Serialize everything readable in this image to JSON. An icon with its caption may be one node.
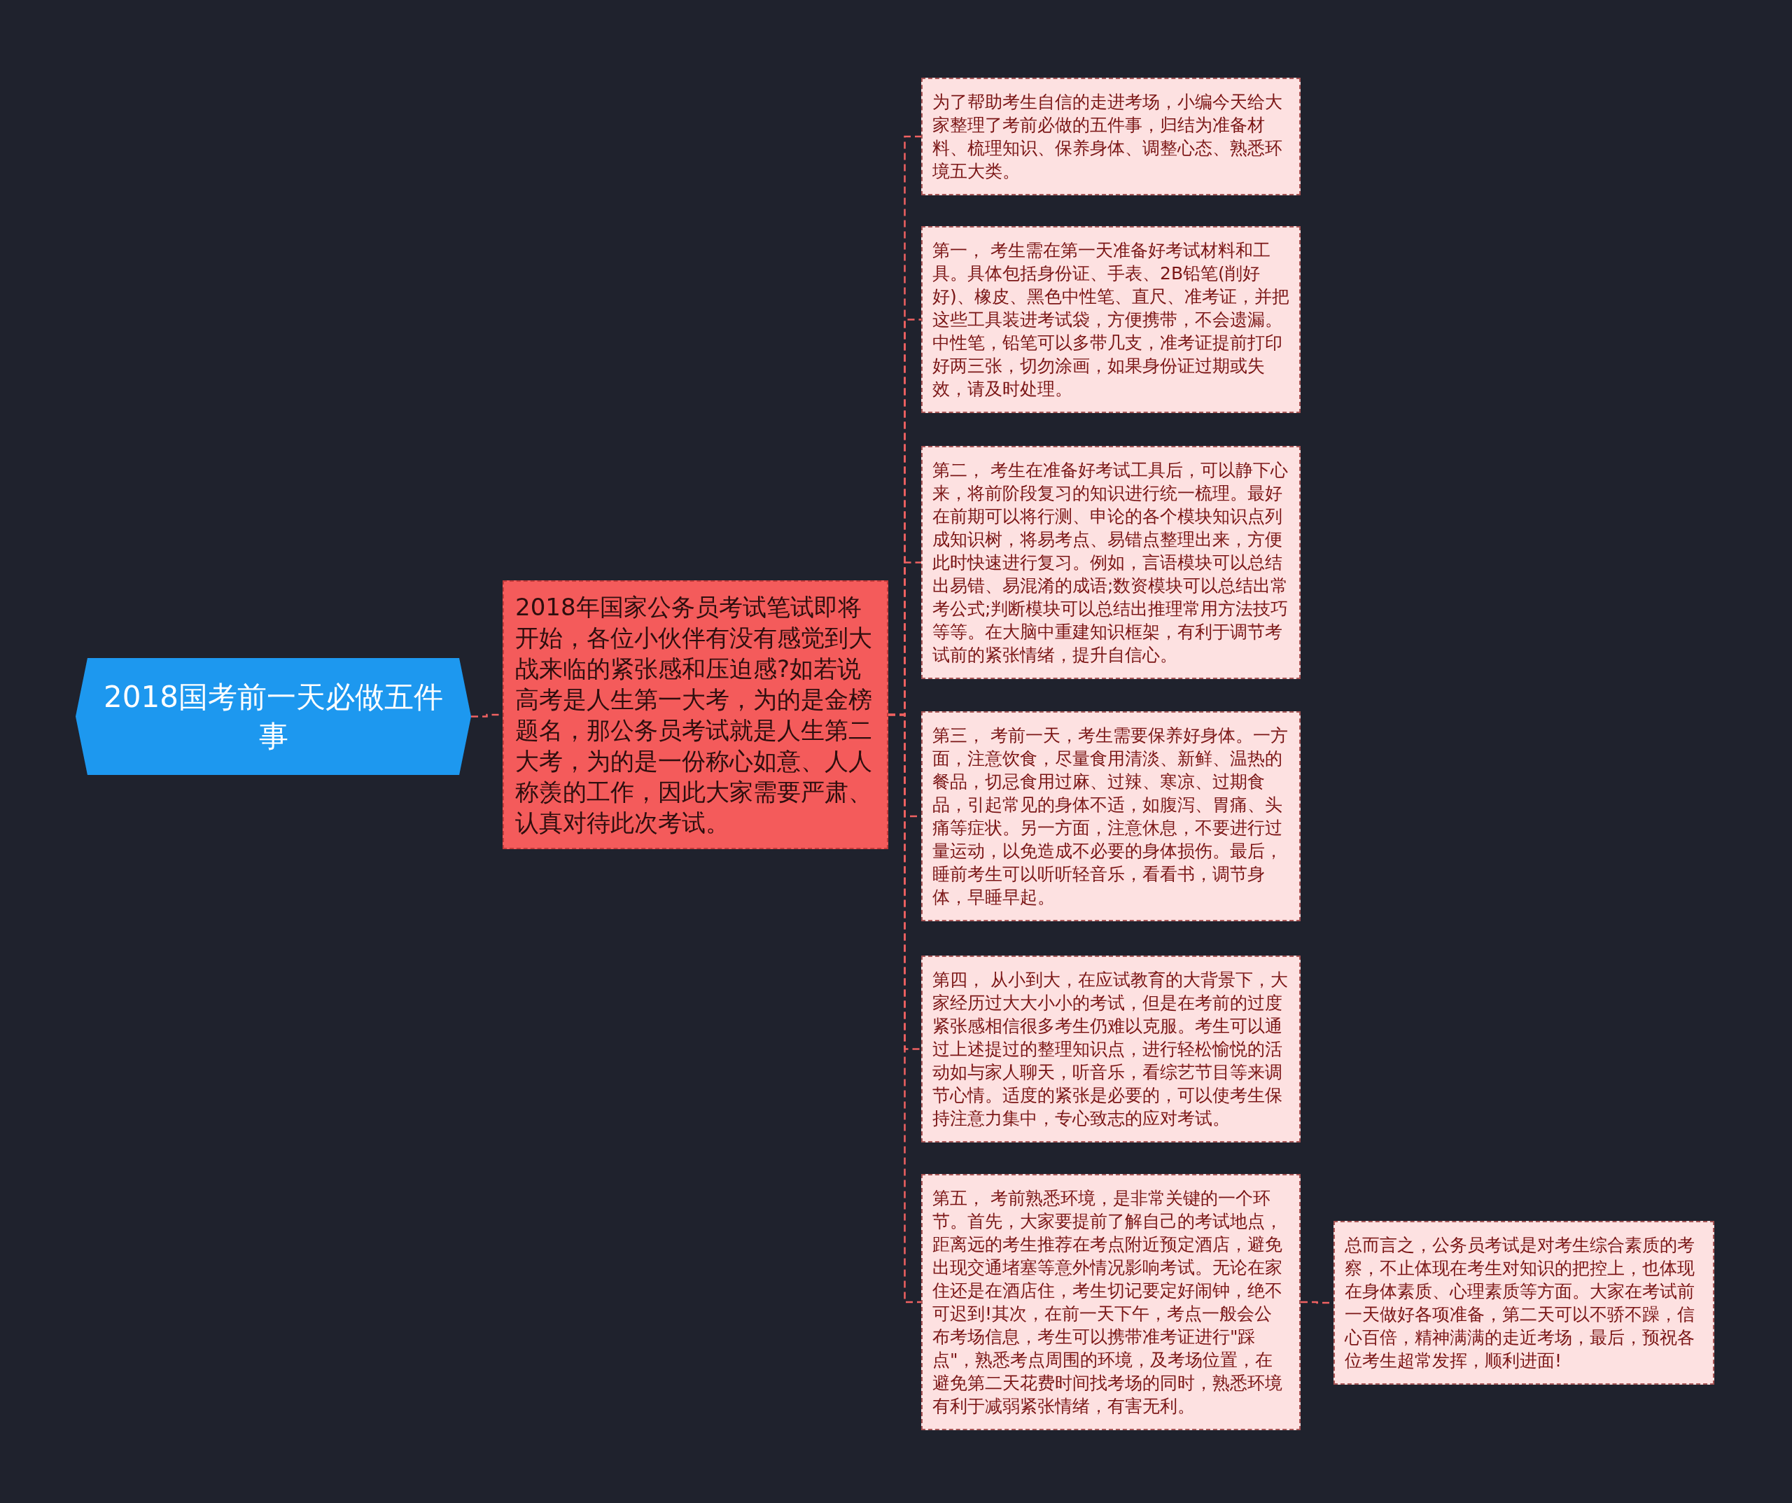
{
  "diagram": {
    "nodes": [
      {
        "text": [
          "2018国考前一天必做五件事"
        ]
      },
      {
        "text": [
          "2018年国家公务员考试笔试即将开始，各位小伙伴有没有感觉到大战来临的紧张感和压迫感?如若说高考是人生第一大考，为的是金榜题名，那公务员考试就是人生第二大考，为的是一份称心如意、人人称羡的工作，因此大家需要严肃、认真对待此次考试。"
        ]
      },
      {
        "text": [
          "为了帮助考生自信的走进考场，小编今天给大家整理了考前必做的五件事，归结为准备材料、梳理知识、保养身体、调整心态、熟悉环境五大类。"
        ]
      },
      {
        "text": [
          "第一， 考生需在第一天准备好考试材料和工具。具体包括身份证、手表、2B铅笔(削好好)、橡皮、黑色中性笔、直尺、准考证，并把这些工具装进考试袋，方便携带，不会遗漏。中性笔，铅笔可以多带几支，准考证提前打印好两三张，切勿涂画，如果身份证过期或失效，请及时处理。"
        ]
      },
      {
        "text": [
          "第二， 考生在准备好考试工具后，可以静下心来，将前阶段复习的知识进行统一梳理。最好在前期可以将行测、申论的各个模块知识点列成知识树，将易考点、易错点整理出来，方便此时快速进行复习。例如，言语模块可以总结出易错、易混淆的成语;数资模块可以总结出常考公式;判断模块可以总结出推理常用方法技巧等等。在大脑中重建知识框架，有利于调节考试前的紧张情绪，提升自信心。"
        ]
      },
      {
        "text": [
          "第三， 考前一天，考生需要保养好身体。一方面，注意饮食，尽量食用清淡、新鲜、温热的餐品，切忌食用过麻、过辣、寒凉、过期食品，引起常见的身体不适，如腹泻、胃痛、头痛等症状。另一方面，注意休息，不要进行过量运动，以免造成不必要的身体损伤。最后，睡前考生可以听听轻音乐，看看书，调节身体，早睡早起。"
        ]
      },
      {
        "text": [
          "第四， 从小到大，在应试教育的大背景下，大家经历过大大小小的考试，但是在考前的过度紧张感相信很多考生仍难以克服。考生可以通过上述提过的整理知识点，进行轻松愉悦的活动如与家人聊天，听音乐，看综艺节目等来调节心情。适度的紧张是必要的，可以使考生保持注意力集中，专心致志的应对考试。"
        ]
      },
      {
        "text": [
          "第五， 考前熟悉环境，是非常关键的一个环节。首先，大家要提前了解自己的考试地点，距离远的考生推荐在考点附近预定酒店，避免出现交通堵塞等意外情况影响考试。无论在家住还是在酒店住，考生切记要定好闹钟，绝不可迟到!其次，在前一天下午，考点一般会公布考场信息，考生可以携带准考证进行\"踩点\"，熟悉考点周围的环境，及考场位置，在避免第二天花费时间找考场的同时，熟悉环境有利于减弱紧张情绪，有害无利。"
        ]
      },
      {
        "text": [
          "总而言之，公务员考试是对考生综合素质的考察，不止体现在考生对知识的把控上，也体现在身体素质、心理素质等方面。大家在考试前一天做好各项准备，第二天可以不骄不躁，信心百倍，精神满满的走近考场，最后，预祝各位考生超常发挥，顺利进面!"
        ]
      }
    ],
    "edges": [
      {
        "from": 0,
        "to": 1,
        "arrow": "none",
        "style": "dashed"
      },
      {
        "from": 1,
        "to": 2,
        "arrow": "none",
        "style": "dashed"
      },
      {
        "from": 1,
        "to": 3,
        "arrow": "none",
        "style": "dashed"
      },
      {
        "from": 1,
        "to": 4,
        "arrow": "none",
        "style": "dashed"
      },
      {
        "from": 1,
        "to": 5,
        "arrow": "none",
        "style": "dashed"
      },
      {
        "from": 1,
        "to": 6,
        "arrow": "none",
        "style": "dashed"
      },
      {
        "from": 1,
        "to": 7,
        "arrow": "none",
        "style": "dashed"
      },
      {
        "from": 7,
        "to": 8,
        "arrow": "none",
        "style": "dashed"
      }
    ]
  }
}
